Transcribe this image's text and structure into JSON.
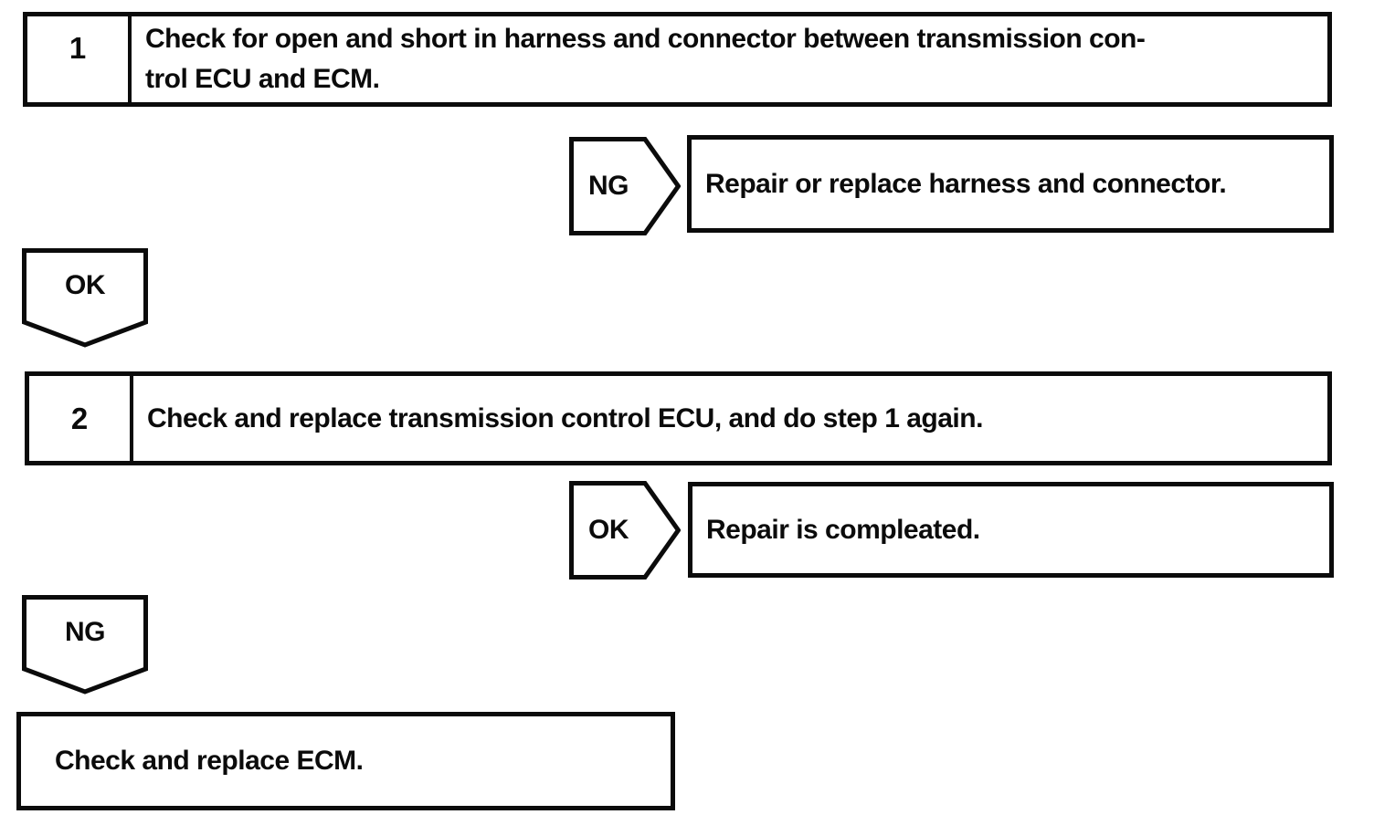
{
  "page": {
    "background_color": "#ffffff",
    "line_color": "#0b0b0b",
    "description": "Service manual troubleshooting flowchart: transmission control ECU / ECM harness check"
  },
  "flowchart": {
    "step1": {
      "number": "1",
      "text_line1": "Check for open and short in harness and connector between transmission con-",
      "text_line2": "trol ECU and ECM."
    },
    "ng_branch1": {
      "label": "NG"
    },
    "repair1": {
      "text": "Repair or replace harness and connector."
    },
    "ok_down": {
      "label": "OK"
    },
    "step2": {
      "number": "2",
      "text": "Check and replace transmission control ECU, and do step 1 again."
    },
    "ok_branch2": {
      "label": "OK"
    },
    "repair2": {
      "text": "Repair is compleated."
    },
    "ng_down": {
      "label": "NG"
    },
    "final": {
      "text": "Check and replace ECM."
    }
  }
}
